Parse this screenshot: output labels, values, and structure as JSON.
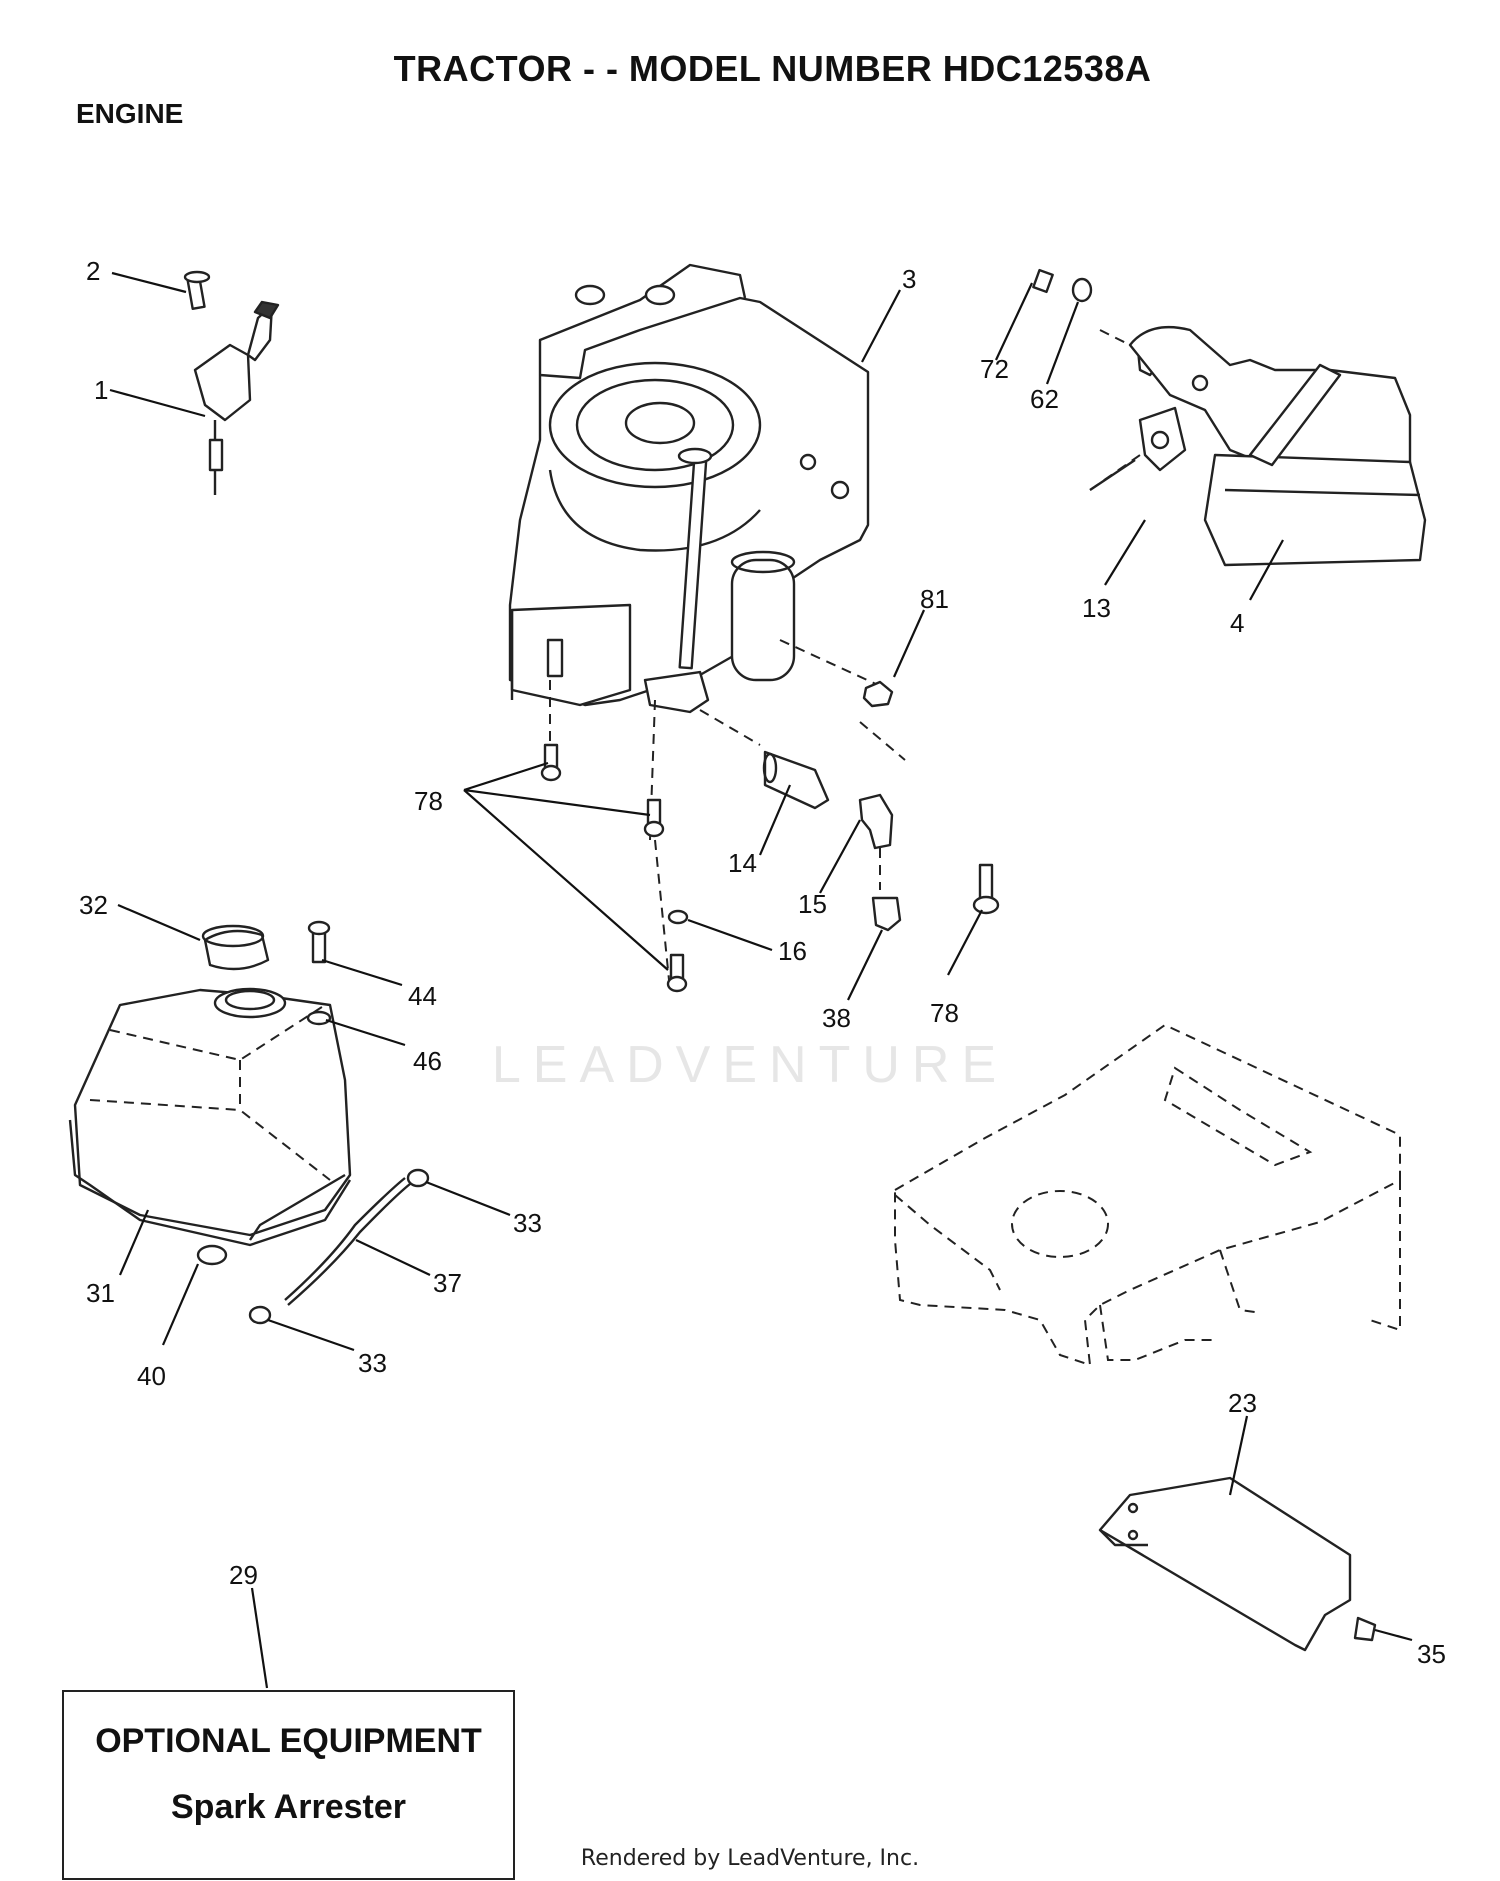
{
  "header": {
    "title": "TRACTOR - - MODEL NUMBER HDC12538A",
    "section": "ENGINE"
  },
  "watermark": "LEADVENTURE",
  "optional_box": {
    "line1": "OPTIONAL EQUIPMENT",
    "line2": "Spark Arrester"
  },
  "footer": "Rendered by LeadVenture, Inc.",
  "callouts": [
    {
      "id": "1",
      "label": "1"
    },
    {
      "id": "2",
      "label": "2"
    },
    {
      "id": "3",
      "label": "3"
    },
    {
      "id": "4",
      "label": "4"
    },
    {
      "id": "13",
      "label": "13"
    },
    {
      "id": "14",
      "label": "14"
    },
    {
      "id": "15",
      "label": "15"
    },
    {
      "id": "16",
      "label": "16"
    },
    {
      "id": "23",
      "label": "23"
    },
    {
      "id": "29",
      "label": "29"
    },
    {
      "id": "31",
      "label": "31"
    },
    {
      "id": "32",
      "label": "32"
    },
    {
      "id": "33a",
      "label": "33"
    },
    {
      "id": "33b",
      "label": "33"
    },
    {
      "id": "35",
      "label": "35"
    },
    {
      "id": "37",
      "label": "37"
    },
    {
      "id": "38",
      "label": "38"
    },
    {
      "id": "40",
      "label": "40"
    },
    {
      "id": "44",
      "label": "44"
    },
    {
      "id": "46",
      "label": "46"
    },
    {
      "id": "62",
      "label": "62"
    },
    {
      "id": "72",
      "label": "72"
    },
    {
      "id": "78a",
      "label": "78"
    },
    {
      "id": "78b",
      "label": "78"
    },
    {
      "id": "81",
      "label": "81"
    }
  ]
}
